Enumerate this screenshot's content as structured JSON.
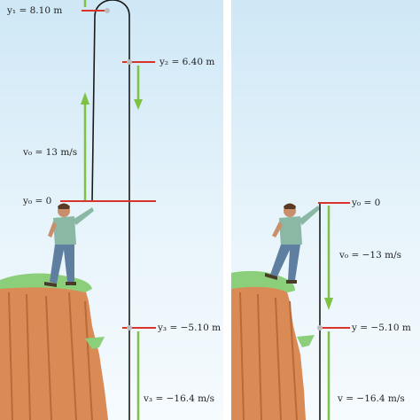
{
  "left_panel": {
    "labels": {
      "y1": "y₁ = 8.10 m",
      "y2": "y₂ = 6.40 m",
      "v0": "v₀ = 13 m/s",
      "y0": "y₀ = 0",
      "y3": "y₃ = −5.10 m",
      "v3": "v₃ = −16.4 m/s"
    }
  },
  "right_panel": {
    "labels": {
      "y0": "y₀ = 0",
      "v0": "v₀ = −13 m/s",
      "y": "y = −5.10 m",
      "v": "v = −16.4 m/s"
    }
  },
  "colors": {
    "sky_top": "#cfe8f6",
    "marker_red": "#d9342b",
    "arrow_green": "#7dc242",
    "cliff_orange": "#d98a55",
    "grass_green": "#8ccf7a",
    "trajectory": "#1a1a1a"
  }
}
